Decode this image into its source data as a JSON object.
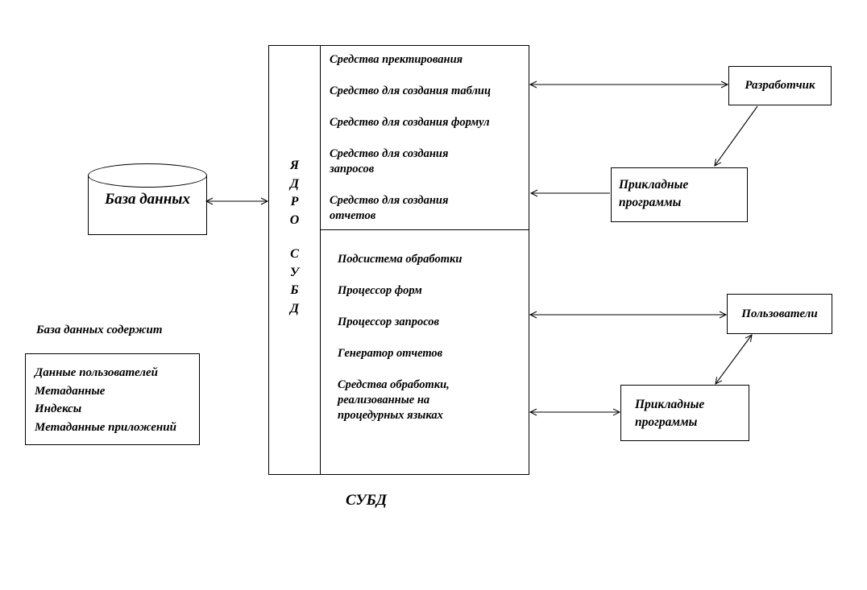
{
  "diagram": {
    "database": {
      "label": "База данных"
    },
    "kernel": {
      "vertical_label_top": "Я\nД\nР\nО",
      "vertical_label_bottom": "С\nУ\nБ\nД"
    },
    "design_tools": [
      "Средства пректирования",
      "Средство для создания таблиц",
      "Средство для создания формул",
      "Средство для создания\nзапросов",
      "Средство для создания\nотчетов"
    ],
    "processing_tools": [
      "Подсистема обработки",
      "Процессор форм",
      "Процессор запросов",
      "Генератор отчетов",
      "Средства обработки,\nреализованные на\nпроцедурных языках"
    ],
    "dbms_caption": "СУБД",
    "db_contents": {
      "heading": "База данных содержит",
      "items": [
        "Данные пользователей",
        "Метаданные",
        "Индексы",
        "Метаданные приложений"
      ]
    },
    "developer_box": {
      "label": "Разработчик"
    },
    "users_box": {
      "label": "Пользователи"
    },
    "app_programs_top_box": {
      "label": "Прикладные\nпрограммы"
    },
    "app_programs_bottom_box": {
      "label": "Прикладные\nпрограммы"
    }
  }
}
